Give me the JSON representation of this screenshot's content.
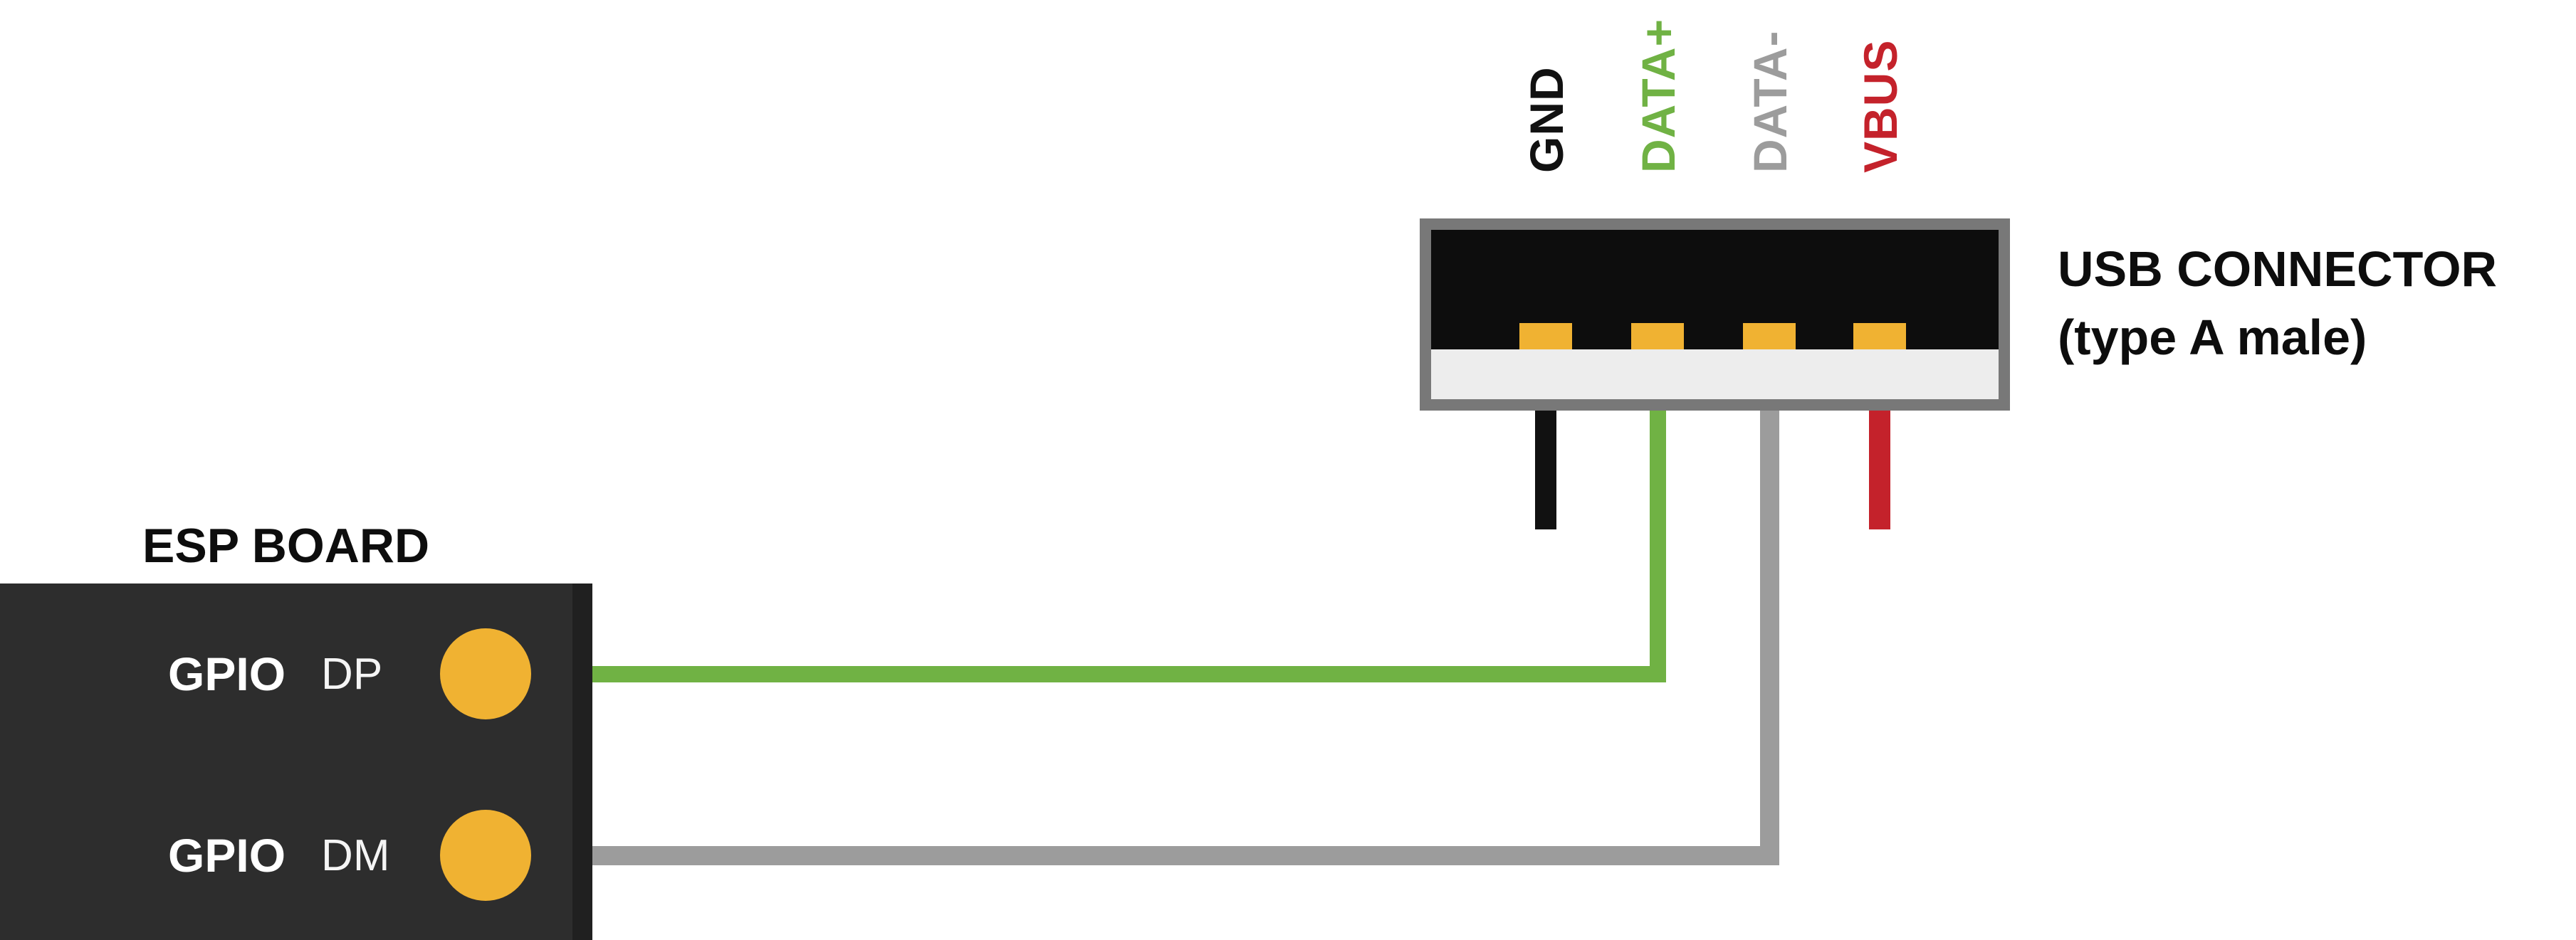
{
  "diagram": {
    "usb_connector": {
      "title_line1": "USB CONNECTOR",
      "title_line2": "(type A male)",
      "pins": [
        {
          "label": "GND",
          "color": "#111111"
        },
        {
          "label": "DATA+",
          "color": "#70b244"
        },
        {
          "label": "DATA-",
          "color": "#9c9c9c"
        },
        {
          "label": "VBUS",
          "color": "#c4222b"
        }
      ]
    },
    "esp_board": {
      "title": "ESP BOARD",
      "pins": [
        {
          "port": "GPIO",
          "name": "DP"
        },
        {
          "port": "GPIO",
          "name": "DM"
        }
      ]
    },
    "connections": [
      {
        "from": "ESP BOARD GPIO DP",
        "to": "USB DATA+",
        "wire_color": "#70b244"
      },
      {
        "from": "ESP BOARD GPIO DM",
        "to": "USB DATA-",
        "wire_color": "#9c9c9c"
      }
    ],
    "colors": {
      "pad_yellow": "#f0b232",
      "board_body": "#2d2d2d",
      "connector_frame": "#787878",
      "connector_slot": "#0d0d0d",
      "connector_strip": "#ededed",
      "background": "#ffffff"
    }
  }
}
